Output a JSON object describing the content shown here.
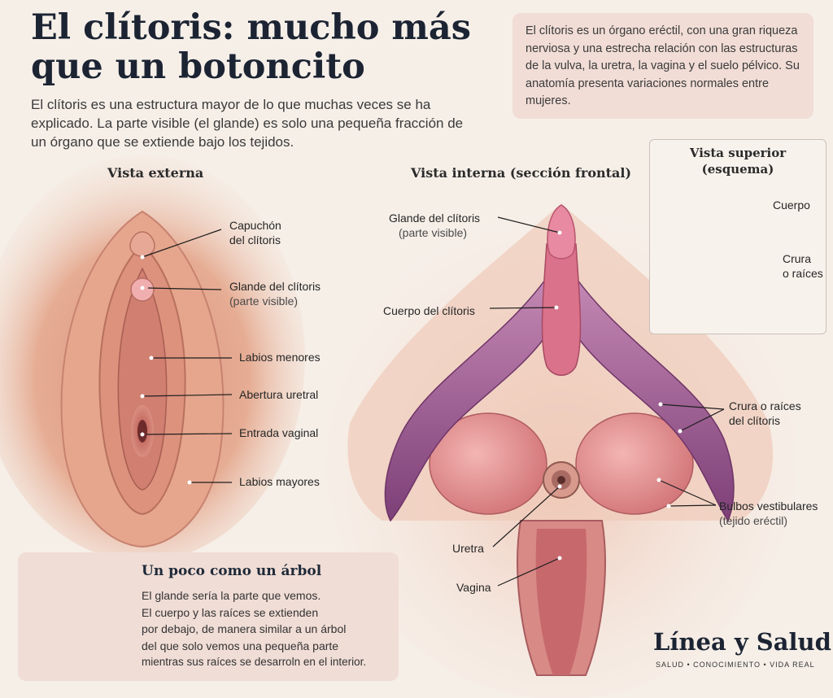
{
  "title_line1": "El clítoris: mucho más",
  "title_line2": "que un botoncito",
  "intro": "El clítoris es una estructura mayor de lo que muchas veces se ha explicado. La parte visible (el glande) es solo una pequeña fracción de un órgano que se extiende bajo los tejidos.",
  "info": "El clítoris es un órgano eréctil, con una gran riqueza nerviosa y una estrecha relación con las estructuras de la vulva, la uretra, la vagina y el suelo pélvico. Su anatomía presenta variaciones normales entre mujeres.",
  "external": {
    "heading": "Vista externa",
    "labels": {
      "hood_1": "Capuchón",
      "hood_2": "del clítoris",
      "glans_1": "Glande del clítoris",
      "glans_2": "(parte visible)",
      "minora": "Labios menores",
      "urethral": "Abertura uretral",
      "vaginal": "Entrada vaginal",
      "majora": "Labios mayores"
    }
  },
  "internal": {
    "heading": "Vista interna (sección frontal)",
    "labels": {
      "glans_1": "Glande del clítoris",
      "glans_2": "(parte visible)",
      "body": "Cuerpo del clítoris",
      "crura_1": "Crura o raíces",
      "crura_2": "del clítoris",
      "bulbs_1": "Bulbos vestibulares",
      "bulbs_2": "(tejido eréctil)",
      "urethra": "Uretra",
      "vagina": "Vagina"
    }
  },
  "top_view": {
    "heading_1": "Vista superior",
    "heading_2": "(esquema)",
    "body": "Cuerpo",
    "crura_1": "Crura",
    "crura_2": "o raíces"
  },
  "tree": {
    "title": "Un poco como un árbol",
    "line1": "El glande sería la parte que vemos.",
    "line2": "El cuerpo y las raíces se extienden",
    "line3": "por debajo, de manera similar a un árbol",
    "line4": "del que solo vemos una pequeña parte",
    "line5": "mientras sus raíces se desarroln en el interior."
  },
  "brand": {
    "name": "Línea y Salud",
    "tagline": "SALUD • CONOCIMIENTO • VIDA REAL"
  },
  "colors": {
    "title": "#1c2433",
    "skin": "#e8b49a",
    "tissue_pink": "#d9828c",
    "crura_purple": "#9a5c90",
    "info_box": "#f1ddd6"
  }
}
